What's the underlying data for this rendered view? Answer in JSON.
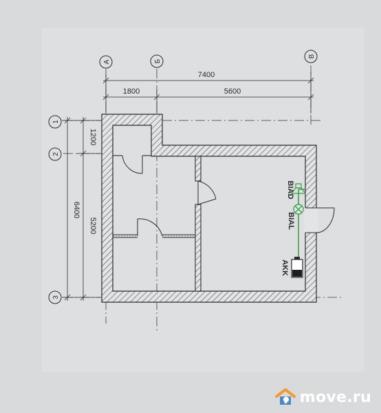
{
  "axes": {
    "columns": [
      {
        "id": "col-a",
        "label": "А"
      },
      {
        "id": "col-b",
        "label": "Б"
      },
      {
        "id": "col-v",
        "label": "В"
      }
    ],
    "rows": [
      {
        "id": "row-1",
        "label": "1"
      },
      {
        "id": "row-2",
        "label": "2"
      },
      {
        "id": "row-3",
        "label": "3"
      }
    ]
  },
  "dimensions": {
    "total_width": "7400",
    "width_a_b": "1800",
    "width_b_v": "5600",
    "total_height": "6400",
    "height_1_2": "1200",
    "height_2_3": "5200"
  },
  "labels": {
    "biad": "BIAD",
    "bial": "BIAL",
    "akk": "AKK"
  },
  "colors": {
    "paper": "#d9dadc",
    "ink": "#2a2a2e",
    "wire": "#3fa14a",
    "watermark_roof": "#f29a2e",
    "watermark_text": "#ffffff"
  },
  "watermark": {
    "text": "move.ru",
    "icon": "house-icon"
  }
}
